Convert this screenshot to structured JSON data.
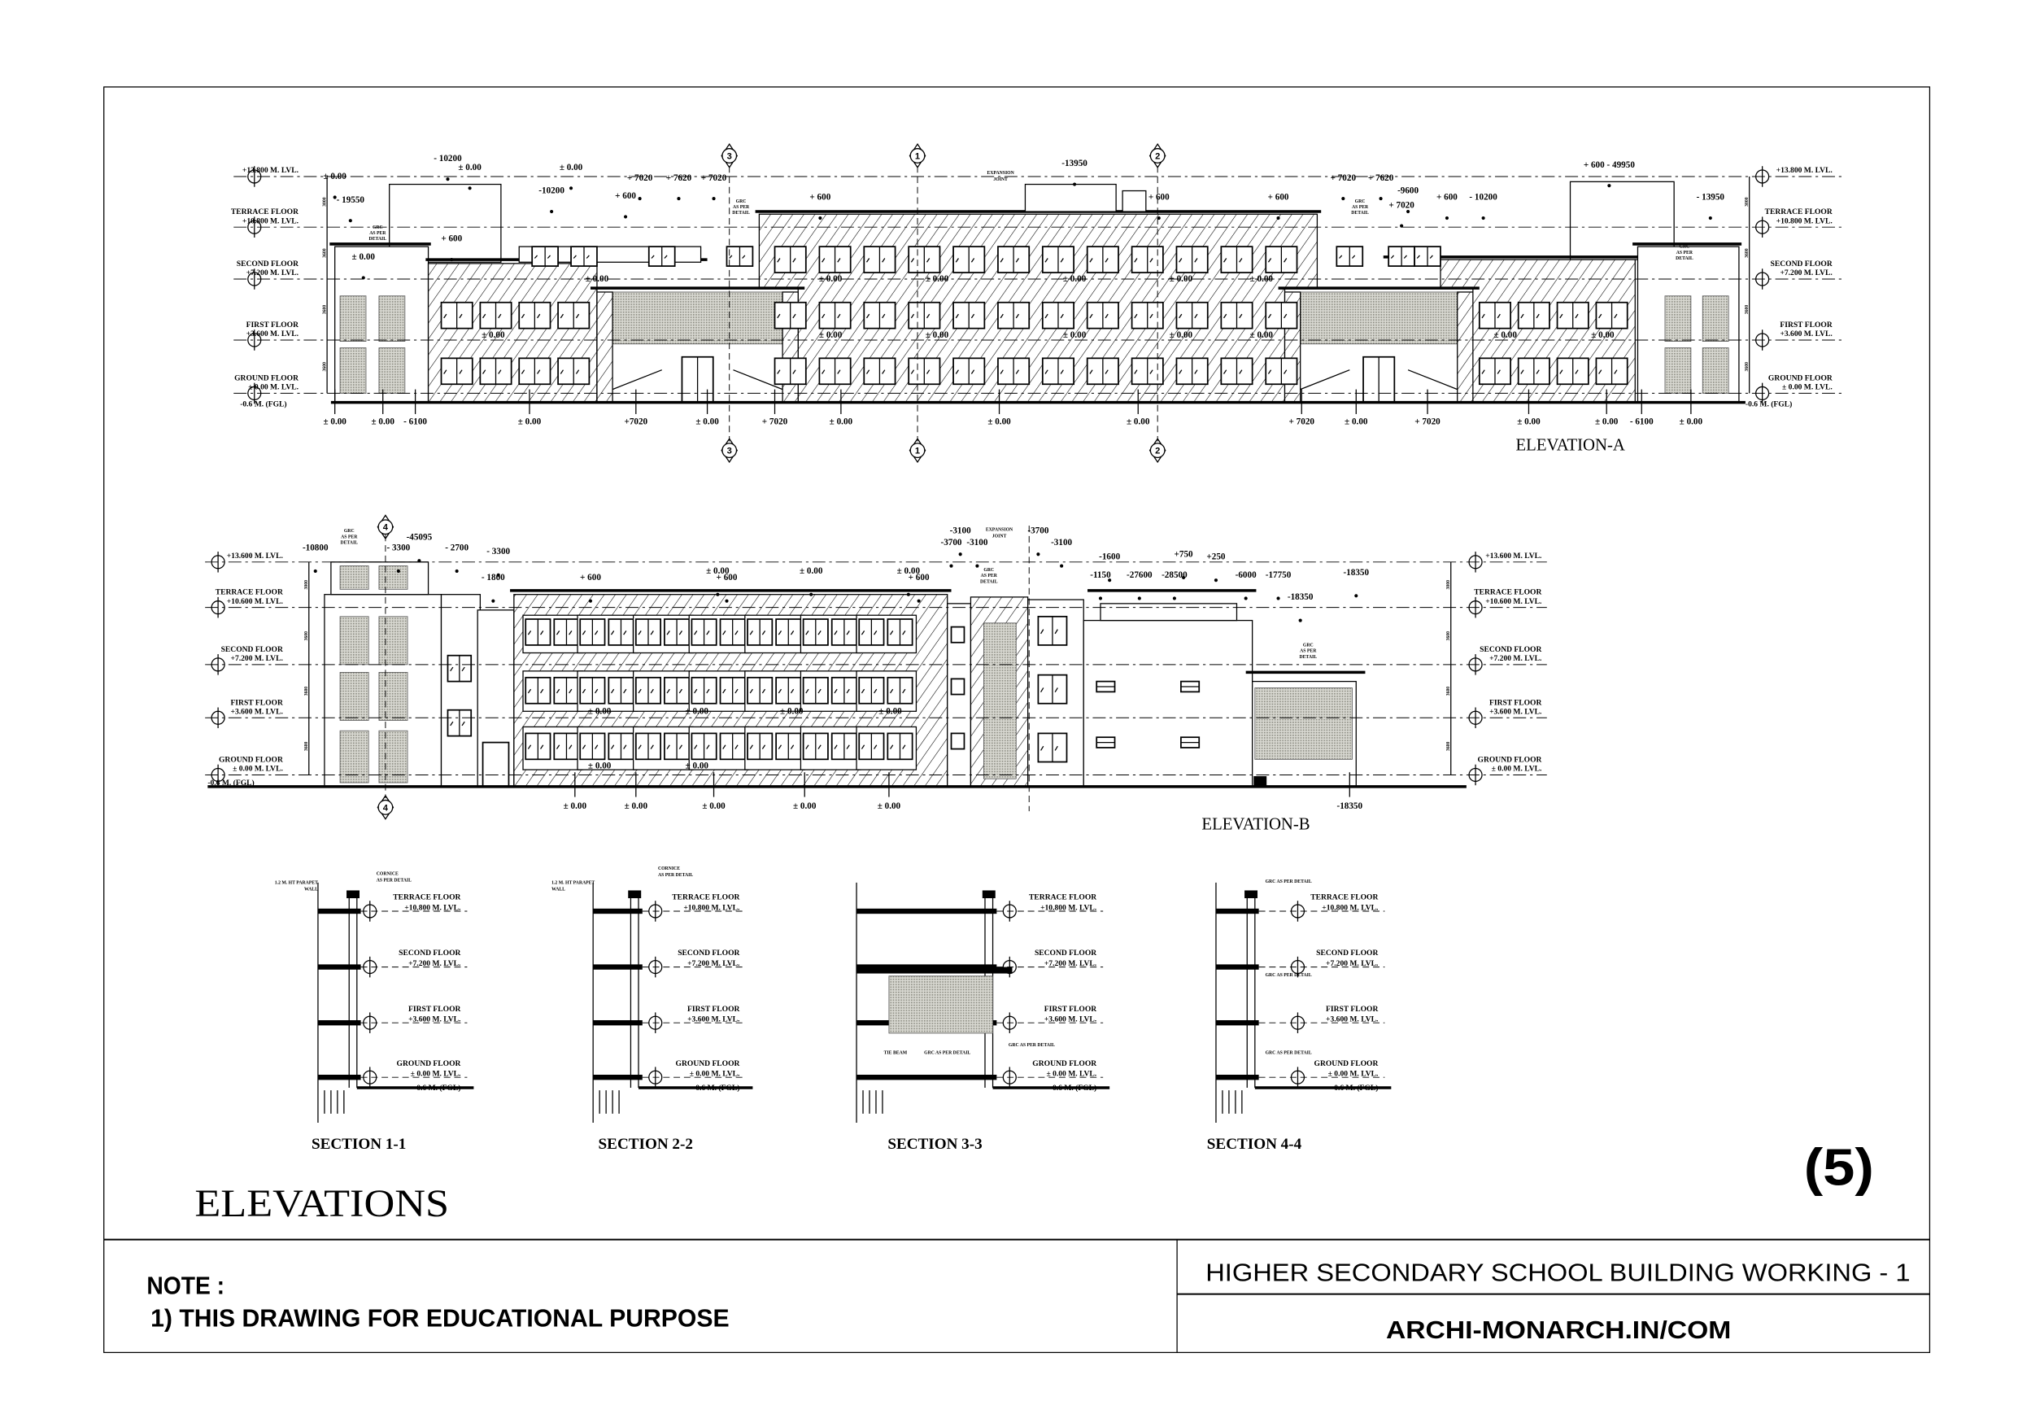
{
  "sheet": {
    "title": "ELEVATIONS",
    "number": "(5)"
  },
  "note": {
    "heading": "NOTE :",
    "line1": "1) THIS DRAWING FOR EDUCATIONAL PURPOSE"
  },
  "title_block": {
    "project": "HIGHER SECONDARY SCHOOL BUILDING WORKING - 1",
    "website": "ARCHI-MONARCH.IN/COM"
  },
  "common": {
    "zero": "± 0.00",
    "grc": [
      "GRC",
      "AS PER",
      "DETAIL"
    ],
    "expansion_joint": [
      "EXPANSION",
      "JOINT"
    ],
    "fgl": "-0.6 M. (FGL)"
  },
  "elevation_a": {
    "title": "ELEVATION-A",
    "levels": [
      {
        "name": "",
        "value": "+13.800 M. LVL."
      },
      {
        "name": "TERRACE FLOOR",
        "value": "+10.800 M. LVL."
      },
      {
        "name": "SECOND FLOOR",
        "value": "+7.200 M. LVL."
      },
      {
        "name": "FIRST FLOOR",
        "value": "+3.600 M. LVL."
      },
      {
        "name": "GROUND FLOOR",
        "value": "± 0.00 M. LVL."
      }
    ],
    "vertical_dims": [
      "3000",
      "3600",
      "3600",
      "3600"
    ],
    "grid_markers": [
      "3",
      "1",
      "2"
    ],
    "top_dims": [
      "± 0.00",
      "- 10200",
      "± 0.00",
      "± 0.00",
      "- 19550",
      "-10200",
      "+ 600",
      "+ 7020",
      "+ 7620",
      "+ 7020",
      "+ 600",
      "± 0.00",
      "-13950",
      "+ 600",
      "+ 600",
      "+ 600",
      "+ 7020",
      "+ 7620",
      "-9600",
      "+ 7020",
      "+ 600",
      "- 10200",
      "+ 600 - 49950",
      "- 13950"
    ],
    "bottom_dims": [
      "± 0.00",
      "± 0.00",
      "- 6100",
      "± 0.00",
      "+7020",
      "± 0.00",
      "+ 7020",
      "± 0.00",
      "± 0.00",
      "± 0.00",
      "+ 7020",
      "± 0.00",
      "+ 7020",
      "± 0.00",
      "± 0.00",
      "- 6100",
      "± 0.00"
    ]
  },
  "elevation_b": {
    "title": "ELEVATION-B",
    "levels": [
      {
        "name": "",
        "value": "+13.600 M. LVL."
      },
      {
        "name": "TERRACE FLOOR",
        "value": "+10.600 M. LVL."
      },
      {
        "name": "SECOND FLOOR",
        "value": "+7.200 M. LVL."
      },
      {
        "name": "FIRST FLOOR",
        "value": "+3.600 M. LVL."
      },
      {
        "name": "GROUND FLOOR",
        "value": "± 0.00 M. LVL."
      }
    ],
    "vertical_dims": [
      "3000",
      "3600",
      "3600",
      "3600"
    ],
    "grid_markers": [
      "4"
    ],
    "top_dims": [
      "-10800",
      "- 3300",
      "-45095",
      "- 2700",
      "- 3300",
      "- 1800",
      "+ 600",
      "± 0.00",
      "+ 600",
      "± 0.00",
      "± 0.00",
      "+ 600",
      "-3100",
      "-3700",
      "-3100",
      "-3700",
      "-3100",
      "-1600",
      "+750",
      "+250",
      "-1150",
      "-27600",
      "-28500",
      "-6000",
      "-17750",
      "-18350",
      "-18350"
    ],
    "bottom_dims": [
      "± 0.00",
      "± 0.00",
      "± 0.00",
      "± 0.00",
      "± 0.00",
      "-18350"
    ]
  },
  "sections": {
    "levels": [
      {
        "name": "TERRACE FLOOR",
        "value": "+10.800 M. LVL."
      },
      {
        "name": "SECOND FLOOR",
        "value": "+7.200 M. LVL."
      },
      {
        "name": "FIRST FLOOR",
        "value": "+3.600 M. LVL."
      },
      {
        "name": "GROUND FLOOR",
        "value": "± 0.00 M. LVL."
      }
    ],
    "items": [
      {
        "title": "SECTION 1-1",
        "notes": [
          "1.2 M. HT PARAPET",
          "WALL",
          "CORNICE",
          "AS PER DETAIL"
        ]
      },
      {
        "title": "SECTION 2-2",
        "notes": [
          "1.2 M. HT PARAPET",
          "WALL",
          "CORNICE",
          "AS PER DETAIL"
        ]
      },
      {
        "title": "SECTION 3-3",
        "notes": [
          "TIE BEAM",
          "GRC AS PER DETAIL"
        ]
      },
      {
        "title": "SECTION 4-4",
        "notes": [
          "GRC AS PER DETAIL",
          "GRC AS PER DETAIL"
        ]
      }
    ]
  }
}
